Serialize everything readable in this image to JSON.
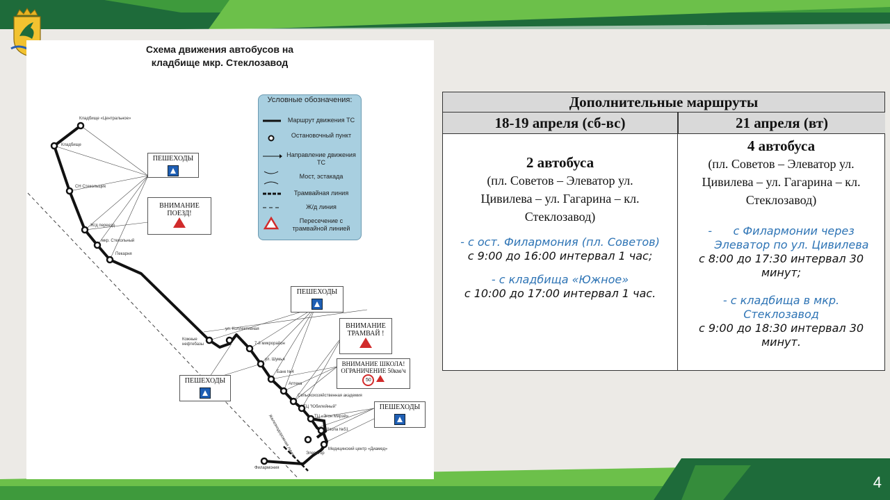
{
  "map": {
    "title_line1": "Схема движения автобусов на",
    "title_line2": "кладбище мкр. Стеклозавод",
    "legend": {
      "title": "Условные обозначения:",
      "items": [
        {
          "label": "Маршрут движения ТС"
        },
        {
          "label": "Остановочный пункт"
        },
        {
          "label": "Направление движения ТС"
        },
        {
          "label": "Мост, эстакада"
        },
        {
          "label": "Трамвайная линия"
        },
        {
          "label": "Ж/д линия"
        },
        {
          "label": "Пересечение с трамвайной линией"
        }
      ]
    },
    "signs": {
      "pedestrians": "ПЕШЕХОДЫ",
      "attention_train_1": "ВНИМАНИЕ",
      "attention_train_2": "ПОЕЗД!",
      "attention_tram_1": "ВНИМАНИЕ",
      "attention_tram_2": "ТРАМВАЙ !",
      "school_1": "ВНИМАНИЕ ШКОЛА!",
      "school_2": "ОГРАНИЧЕНИЕ 50км/ч",
      "speed_value": "50"
    },
    "stops": [
      "Кладбище «Центральное»",
      "Кладбище",
      "СН Стекольщик",
      "Ж/д переезд",
      "мкр. Стекольный",
      "Пекарня",
      "ул. Коллективная",
      "Кожные нефтебазы",
      "7-й микрорайон",
      "ул. Шумья",
      "Банк №4",
      "Аптека",
      "Сельскохозяйственная академия",
      "ТЦ \"Юбилейный\"",
      "ТЦ «Эгон Мирэй»",
      "Школа №51",
      "Медицинский центр «Диамед»",
      "Элеватор",
      "Филармония"
    ],
    "rail_label": "Железнодорожная линия"
  },
  "table": {
    "title": "Дополнительные маршруты",
    "columns": [
      {
        "header": "18-19 апреля (сб-вс)",
        "count": "2 автобуса",
        "route_lines": [
          "(пл. Советов – Элеватор ул.",
          "Цивилева – ул. Гагарина – кл.",
          "Стеклозавод)"
        ],
        "trip1_from": "- с ост. Филармония (пл. Советов)",
        "trip1_time": "с 9:00 до 16:00 интервал 1 час;",
        "trip2_from": "- с кладбища «Южное»",
        "trip2_time": "с 10:00 до 17:00 интервал 1 час."
      },
      {
        "header": "21 апреля (вт)",
        "count": "4 автобуса",
        "route_lines": [
          "(пл. Советов – Элеватор ул.",
          "Цивилева – ул. Гагарина – кл.",
          "Стеклозавод)"
        ],
        "trip1_from_1": "-      с Филармонии через",
        "trip1_from_2": "Элеватор по ул. Цивилева",
        "trip1_time_1": "с 8:00 до 17:30 интервал 30",
        "trip1_time_2": "минут;",
        "trip2_from_1": "- с кладбища в мкр.",
        "trip2_from_2": "Стеклозавод",
        "trip2_time_1": "с 9:00 до 18:30 интервал 30",
        "trip2_time_2": "минут."
      }
    ]
  },
  "page_number": "4",
  "colors": {
    "green_dark": "#1e6b3a",
    "green_light": "#6cc04a",
    "link_blue": "#2e74b5"
  }
}
